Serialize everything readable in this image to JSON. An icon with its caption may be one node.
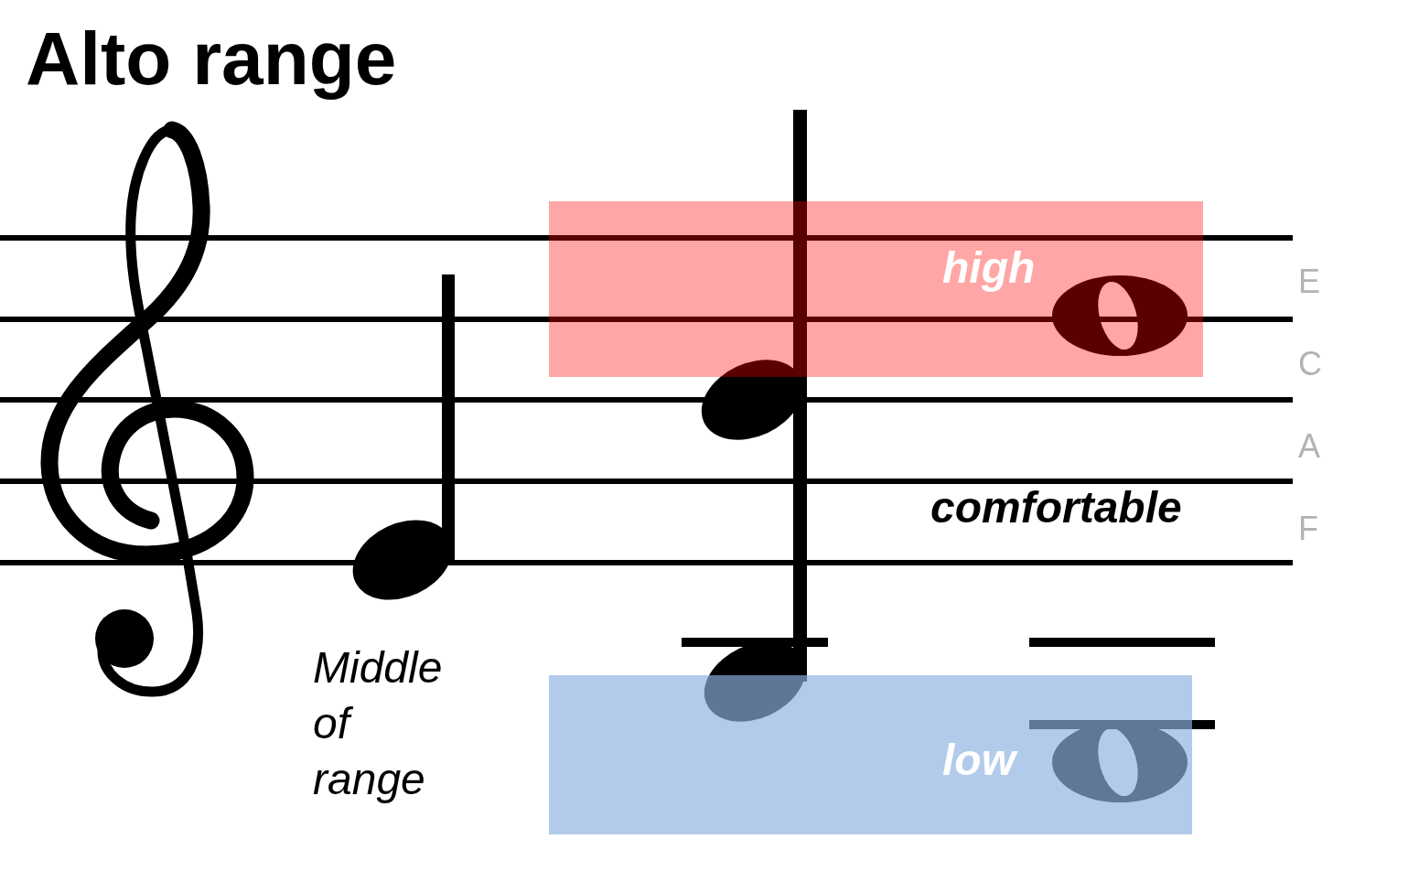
{
  "diagram": {
    "title": "Alto range",
    "nodes": [
      {
        "text": [
          "high"
        ]
      },
      {
        "text": [],
        "shape": "circle",
        "in": 0
      },
      {
        "text": [
          "low"
        ]
      },
      {
        "text": [],
        "shape": "circle",
        "in": 2
      }
    ],
    "labels": [
      "E",
      "C",
      "A",
      "comfortable",
      "F",
      "Middle of range"
    ]
  }
}
